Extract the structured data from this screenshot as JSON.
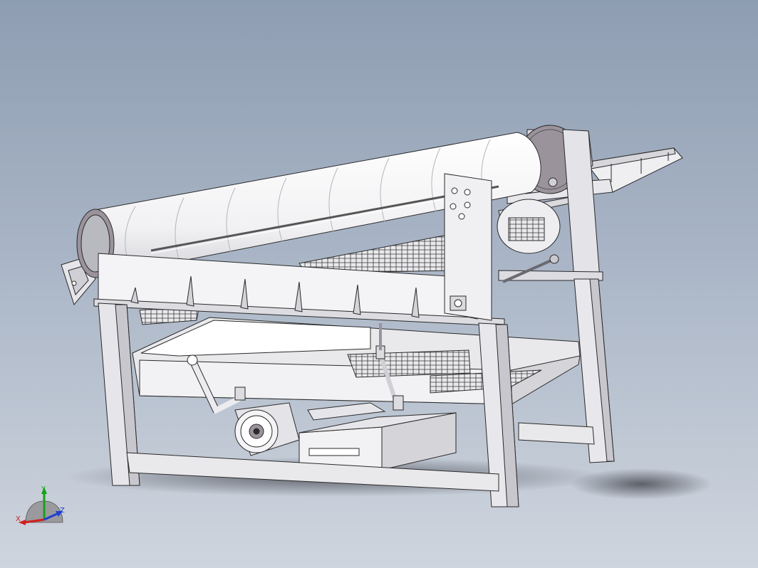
{
  "triad": {
    "x_label": "X",
    "y_label": "Y",
    "z_label": "Z",
    "x_color": "#d21f1f",
    "y_color": "#16a316",
    "z_color": "#1f3fd2"
  },
  "colors": {
    "background_top": "#8e9db2",
    "background_bottom": "#cfd5de",
    "part_light": "#f4f4f6",
    "part_mid": "#d9d9de",
    "part_dark": "#b9b9c0",
    "part_face": "#9b939c",
    "edge": "#2a2a2a",
    "shadow": "#5b5e66"
  }
}
